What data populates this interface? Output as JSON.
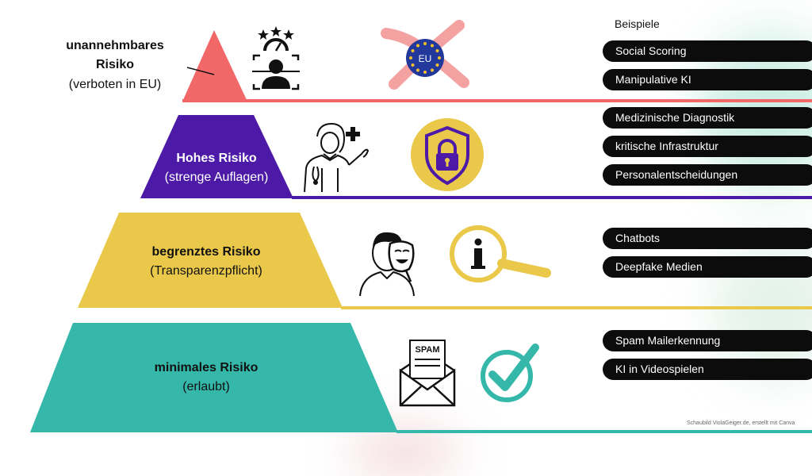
{
  "examples_title": "Beispiele",
  "credit": "Schaubild ViolaGeiger.de, erstellt mit Canva",
  "colors": {
    "unacceptable": "#f26767",
    "high": "#4d1aa8",
    "limited": "#e9c84a",
    "minimal": "#35b8aa",
    "pill": "#0c0c0c"
  },
  "tiers": [
    {
      "title": "unannehmbares Risiko",
      "subtitle": "(verboten in EU)",
      "icons": [
        "face-scan-rating-icon",
        "eu-flag-crossed-icon"
      ],
      "eu_badge": "EU",
      "examples": [
        "Social Scoring",
        "Manipulative KI"
      ]
    },
    {
      "title": "Hohes Risiko",
      "subtitle": "(strenge Auflagen)",
      "icons": [
        "doctor-icon",
        "shield-lock-icon"
      ],
      "examples": [
        "Medizinische Diagnostik",
        "kritische Infrastruktur",
        "Personalentscheidungen"
      ]
    },
    {
      "title": "begrenztes Risiko",
      "subtitle": "(Transparenzpflicht)",
      "icons": [
        "person-mask-icon",
        "info-magnifier-icon"
      ],
      "examples": [
        "Chatbots",
        "Deepfake Medien"
      ]
    },
    {
      "title": "minimales Risiko",
      "subtitle": "(erlaubt)",
      "icons": [
        "spam-envelope-icon",
        "checkmark-icon"
      ],
      "spam_label": "SPAM",
      "examples": [
        "Spam Mailerkennung",
        "KI in Videospielen"
      ]
    }
  ]
}
